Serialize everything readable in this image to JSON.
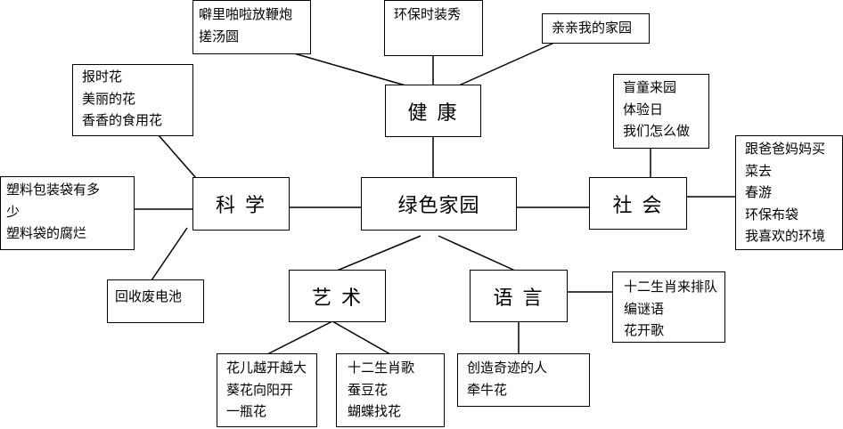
{
  "center": "绿色家园",
  "categories": {
    "health": "健 康",
    "science": "科 学",
    "society": "社 会",
    "art": "艺 术",
    "language": "语 言"
  },
  "leaves": {
    "firecrackers": [
      "噼里啪啦放鞭炮",
      "搓汤圆"
    ],
    "eco_fashion": [
      "环保时装秀"
    ],
    "my_home": [
      "亲亲我的家园"
    ],
    "flowers": [
      "报时花",
      "美丽的花",
      "香香的食用花"
    ],
    "plastic_bags": [
      "塑料包装袋有多",
      "少",
      "塑料袋的腐烂"
    ],
    "batteries": [
      "回收废电池"
    ],
    "blind_kids": [
      "盲童来园",
      "体验日",
      "我们怎么做"
    ],
    "outings": [
      "跟爸爸妈妈买",
      "菜去",
      "春游",
      "环保布袋",
      "我喜欢的环境"
    ],
    "art_flowers": [
      "花儿越开越大",
      "葵花向阳开",
      "一瓶花"
    ],
    "zodiac_song": [
      "十二生肖歌",
      "蚕豆花",
      "蝴蝶找花"
    ],
    "miracle": [
      "创造奇迹的人",
      "牵牛花"
    ],
    "zodiac_queue": [
      "十二生肖来排队",
      "编谜语",
      "花开歌"
    ]
  }
}
